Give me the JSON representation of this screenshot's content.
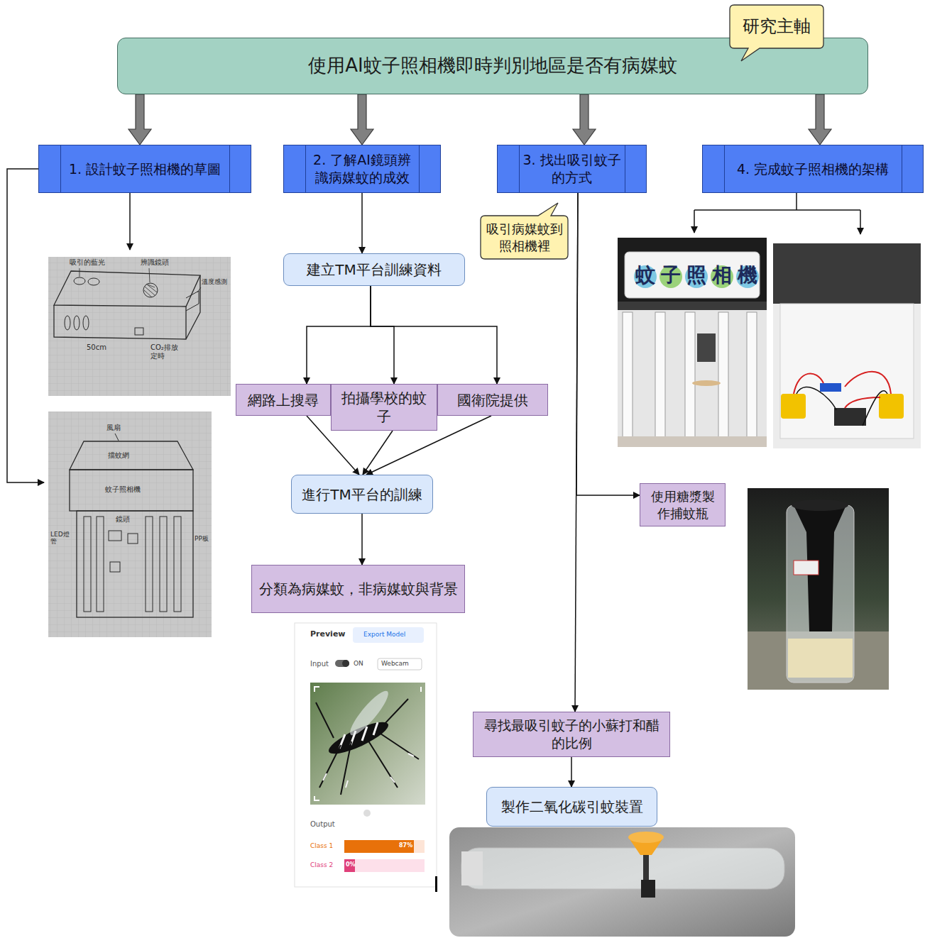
{
  "diagram": {
    "nodes": [
      {
        "text": [
          "使用AI蚊子照相機即時判別地區是否有病媒蚊"
        ]
      },
      {
        "text": [
          "研究主軸"
        ]
      },
      {
        "text": [
          "1. 設計蚊子照相機的草圖"
        ]
      },
      {
        "text": [
          "2. 了解AI鏡頭辨識病媒蚊的成效"
        ]
      },
      {
        "text": [
          "3. 找出吸引蚊子的方式"
        ]
      },
      {
        "text": [
          "4. 完成蚊子照相機的架構"
        ]
      },
      {
        "text": [
          "吸引病媒蚊到照相機裡"
        ]
      },
      {
        "text": [
          "建立TM平台訓練資料"
        ]
      },
      {
        "text": [
          "網路上搜尋"
        ]
      },
      {
        "text": [
          "拍攝學校的蚊子"
        ]
      },
      {
        "text": [
          "國衛院提供"
        ]
      },
      {
        "text": [
          "進行TM平台的訓練"
        ]
      },
      {
        "text": [
          "分類為病媒蚊，非病媒蚊與背景"
        ]
      },
      {
        "text": [
          "使用糖漿製作捕蚊瓶"
        ]
      },
      {
        "text": [
          "尋找最吸引蚊子的小蘇打和醋的比例"
        ]
      },
      {
        "text": [
          "製作二氧化碳引蚊裝置"
        ]
      }
    ],
    "edges": [
      {
        "from": 0,
        "to": 2,
        "arrow": "to"
      },
      {
        "from": 0,
        "to": 3,
        "arrow": "to"
      },
      {
        "from": 0,
        "to": 4,
        "arrow": "to"
      },
      {
        "from": 0,
        "to": 5,
        "arrow": "to"
      },
      {
        "from": 3,
        "to": 7,
        "arrow": "to"
      },
      {
        "from": 7,
        "to": 8,
        "arrow": "to"
      },
      {
        "from": 7,
        "to": 9,
        "arrow": "to"
      },
      {
        "from": 7,
        "to": 10,
        "arrow": "to"
      },
      {
        "from": 8,
        "to": 11,
        "arrow": "to"
      },
      {
        "from": 9,
        "to": 11,
        "arrow": "to"
      },
      {
        "from": 10,
        "to": 11,
        "arrow": "to"
      },
      {
        "from": 11,
        "to": 12,
        "arrow": "to"
      },
      {
        "from": 4,
        "to": 13,
        "arrow": "to"
      },
      {
        "from": 4,
        "to": 14,
        "arrow": "to"
      },
      {
        "from": 14,
        "to": 15,
        "arrow": "to"
      }
    ],
    "labels": [
      "吸引的藍光",
      "辨識鏡頭",
      "溫度感測",
      "50cm",
      "CO₂排放定時",
      "風扇",
      "擋蚊網",
      "蚊子照相機",
      "LED燈管",
      "PP板",
      "鏡頭",
      "蚊子照相機",
      "Preview",
      "Export Model",
      "Input",
      "ON",
      "Webcam",
      "Output",
      "Class 1",
      "87%",
      "Class 2",
      "0%"
    ]
  }
}
